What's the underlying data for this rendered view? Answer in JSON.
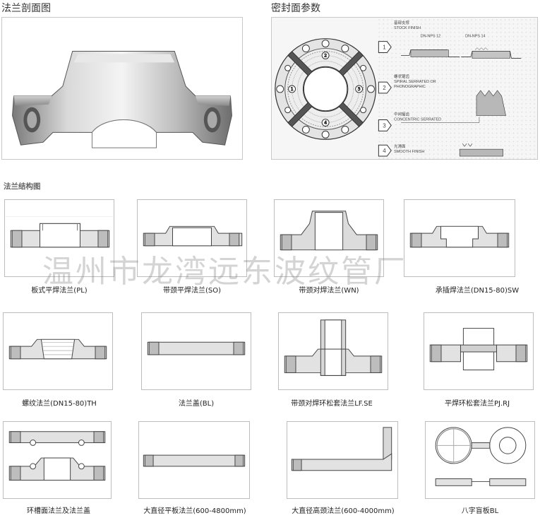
{
  "sections": {
    "cross_section_title": "法兰剖面图",
    "sealing_title": "密封面参数",
    "structure_title": "法兰结构图"
  },
  "sealing_panel": {
    "stock_finish": {
      "num": "1",
      "cn": "基部支撑",
      "en": "STOCK FINISH",
      "nps_a": "DN-NPS 12",
      "nps_b": "DN-NPS 14"
    },
    "spiral": {
      "num": "2",
      "cn": "螺状锯齿",
      "en_line1": "SPIRAL SERRATED OR",
      "en_line2": "PHONOGRAPHIC"
    },
    "concentric": {
      "num": "3",
      "cn": "中间锯齿",
      "en": "CONCENTRIC SERRATED"
    },
    "smooth": {
      "num": "4",
      "cn": "光滑面",
      "en": "SMOOTH FINISH"
    }
  },
  "watermark": "温州市龙湾远东波纹管厂",
  "captions": [
    "板式平焊法兰(PL)",
    "带颈平焊法兰(SO)",
    "带颈对焊法兰(WN)",
    "承插焊法兰(DN15-80)SW",
    "螺纹法兰(DN15-80)TH",
    "法兰盖(BL)",
    "带颈对焊环松套法兰LF.SE",
    "平焊环松套法兰PJ.RJ",
    "环槽面法兰及法兰盖",
    "大直径平板法兰(600-4800mm)",
    "大直径高颈法兰(600-4000mm)",
    "八字盲板BL"
  ]
}
